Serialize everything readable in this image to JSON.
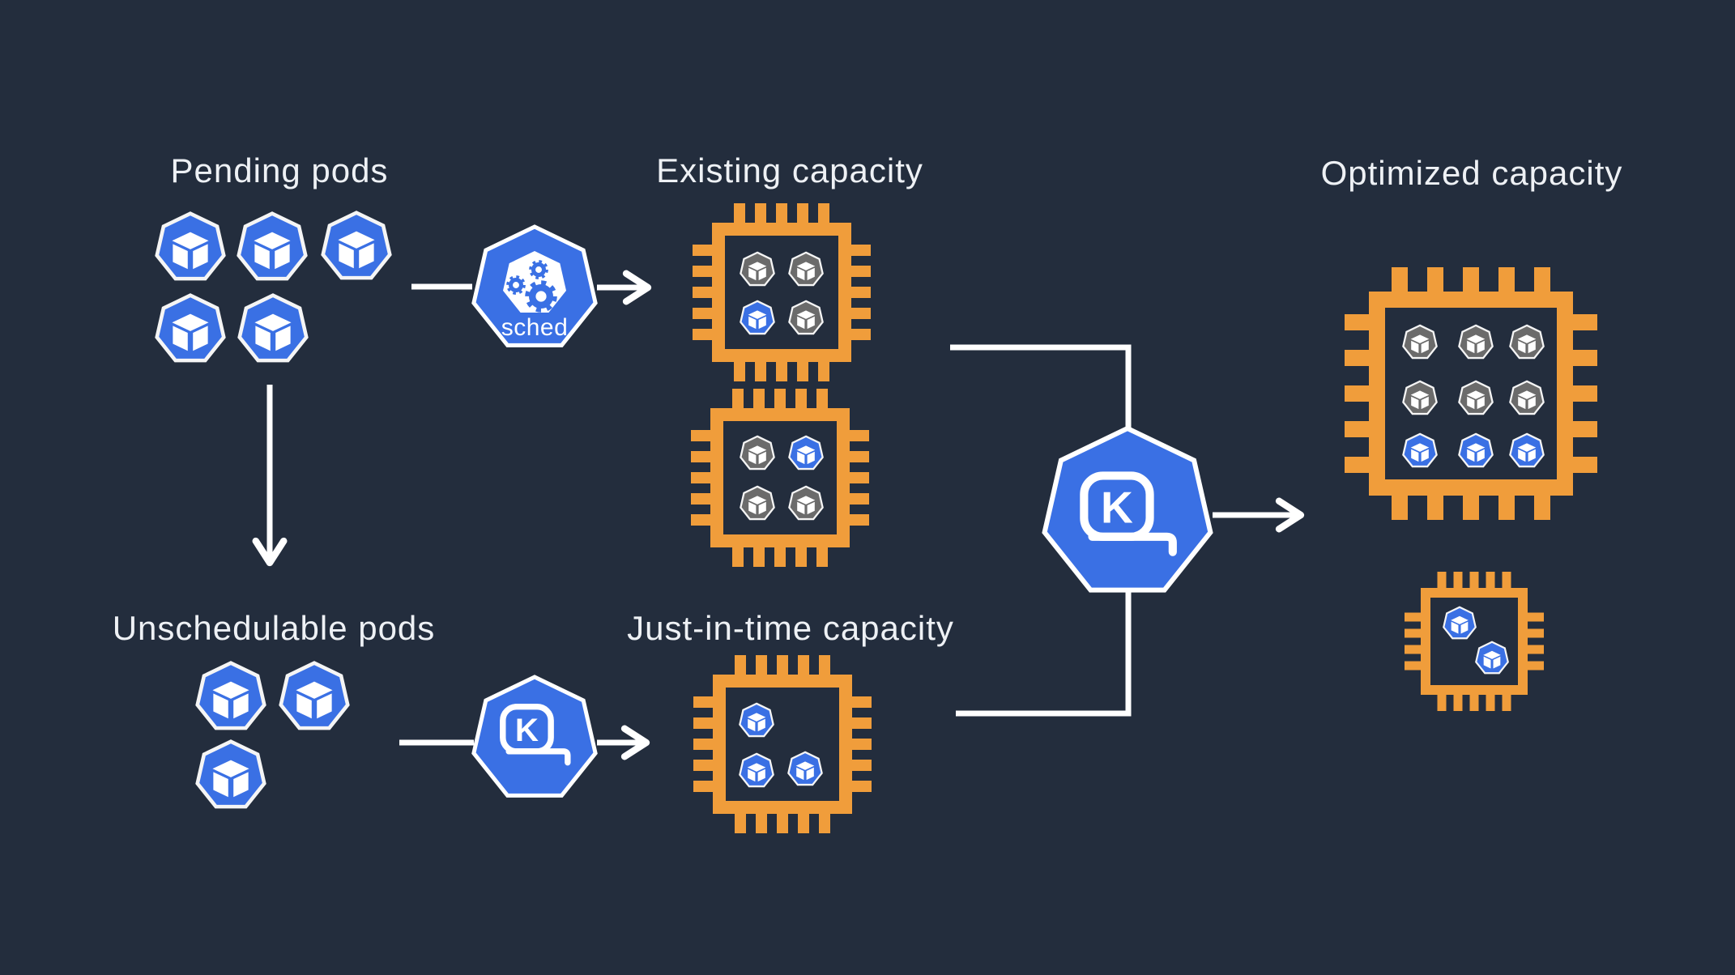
{
  "canvas": {
    "bg": "#232d3d"
  },
  "colors": {
    "blue": "#3a70e4",
    "orange": "#f09d3b",
    "gray": "#6b6b6b",
    "line": "#ffffff",
    "text": "#eef1f5"
  },
  "labels": {
    "pending_pods": "Pending pods",
    "existing_capacity": "Existing capacity",
    "optimized_capacity": "Optimized capacity",
    "unschedulable_pods": "Unschedulable pods",
    "jit_capacity": "Just-in-time capacity",
    "scheduler": "sched",
    "karpenter_letter": "K"
  },
  "figures": {
    "pending_pods": {
      "pod_count": 5,
      "pod_color": "blue"
    },
    "unschedulable_pods": {
      "pod_count": 3,
      "pod_color": "blue"
    },
    "existing_capacity": {
      "nodes": [
        {
          "pods": [
            "gray",
            "gray",
            "blue",
            "gray"
          ]
        },
        {
          "pods": [
            "gray",
            "blue",
            "gray",
            "gray"
          ]
        }
      ]
    },
    "jit_capacity": {
      "nodes": [
        {
          "pods": [
            "blue",
            "blue",
            "blue"
          ]
        }
      ]
    },
    "optimized_capacity": {
      "nodes": [
        {
          "pods": [
            "gray",
            "gray",
            "gray",
            "gray",
            "gray",
            "gray",
            "blue",
            "blue",
            "blue"
          ]
        },
        {
          "pods": [
            "blue",
            "blue"
          ]
        }
      ]
    }
  }
}
